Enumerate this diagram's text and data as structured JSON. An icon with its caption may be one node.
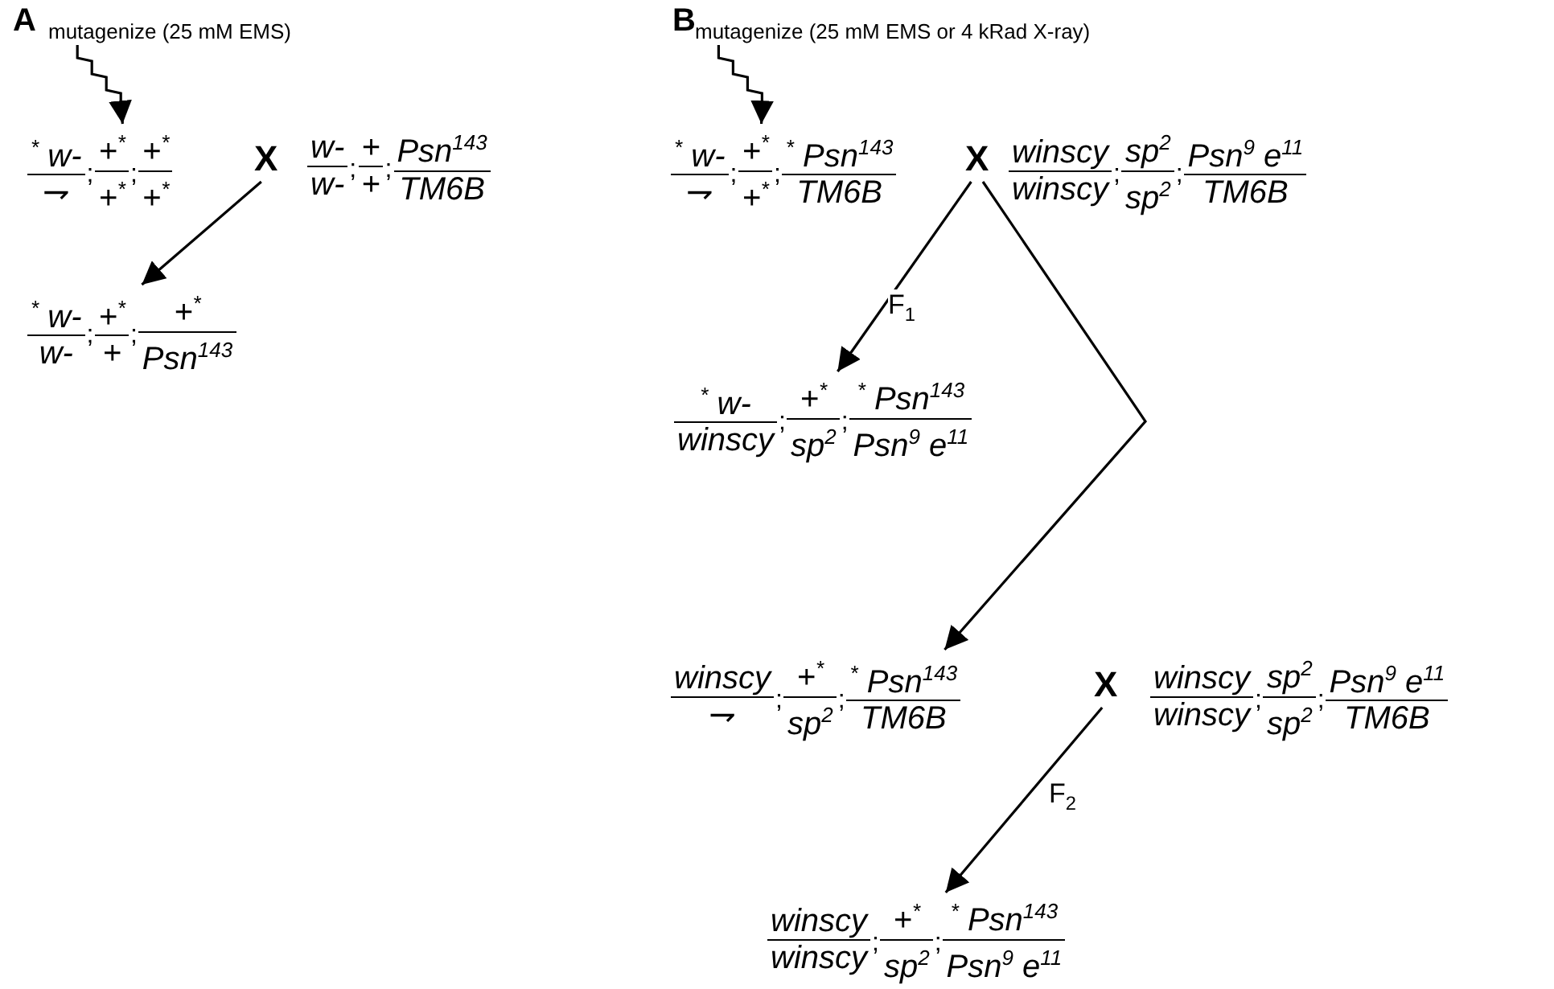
{
  "diagram": {
    "nodes": [
      {
        "text": [
          "mutagenize (25 mM EMS)"
        ]
      },
      {
        "text": [
          "$^{*}$ w-",
          "⇁",
          ";",
          "+$^{*}$",
          "+$^{*}$",
          ";",
          "+$^{*}$",
          "+$^{*}$"
        ]
      },
      {
        "text": [
          "X"
        ]
      },
      {
        "text": [
          "w-",
          "w-",
          ";",
          "+",
          "+",
          ";",
          "Psn$^{143}$",
          "TM6B"
        ]
      },
      {
        "text": [
          "$^{*}$ w-",
          "w-",
          ";",
          "+$^{*}$",
          "+",
          ";",
          "+$^{*}$",
          "Psn$^{143}$"
        ]
      },
      {
        "text": [
          "mutagenize (25 mM EMS or 4 kRad X-ray)"
        ]
      },
      {
        "text": [
          "$^{*}$ w-",
          "⇁",
          ";",
          "+$^{*}$",
          "+$^{*}$",
          ";",
          "$^{*}$ Psn$^{143}$",
          "TM6B"
        ]
      },
      {
        "text": [
          "X"
        ]
      },
      {
        "text": [
          "winscy",
          "winscy",
          ";",
          "sp$^{2}$",
          "sp$^{2}$",
          ";",
          "Psn$^{9}$ e$^{11}$",
          "TM6B"
        ]
      },
      {
        "text": [
          "$^{*}$ w-",
          "winscy",
          ";",
          "+$^{*}$",
          "sp$^{2}$",
          ";",
          "$^{*}$ Psn$^{143}$",
          "Psn$^{9}$ e$^{11}$"
        ]
      },
      {
        "text": [
          "winscy",
          "⇁",
          ";",
          "+$^{*}$",
          "sp$^{2}$",
          ";",
          "$^{*}$ Psn$^{143}$",
          "TM6B"
        ]
      },
      {
        "text": [
          "X"
        ]
      },
      {
        "text": [
          "winscy",
          "winscy",
          ";",
          "sp$^{2}$",
          "sp$^{2}$",
          ";",
          "Psn$^{9}$ e$^{11}$",
          "TM6B"
        ]
      },
      {
        "text": [
          "winscy",
          "winscy",
          ";",
          "+$^{*}$",
          "sp$^{2}$",
          ";",
          "$^{*}$ Psn$^{143}$",
          "Psn$^{9}$ e$^{11}$"
        ]
      }
    ],
    "edges": [
      {
        "from": 0,
        "to": 1,
        "arrow": "to"
      },
      {
        "from": 2,
        "to": 4,
        "arrow": "to"
      },
      {
        "from": 5,
        "to": 6,
        "arrow": "to"
      },
      {
        "from": 7,
        "to": 9,
        "arrow": "to",
        "label": "F$_{1}$"
      },
      {
        "from": 7,
        "to": 10,
        "arrow": "to"
      },
      {
        "from": 11,
        "to": 13,
        "arrow": "to",
        "label": "F$_{2}$"
      }
    ],
    "labels": [
      "A",
      "B"
    ]
  }
}
